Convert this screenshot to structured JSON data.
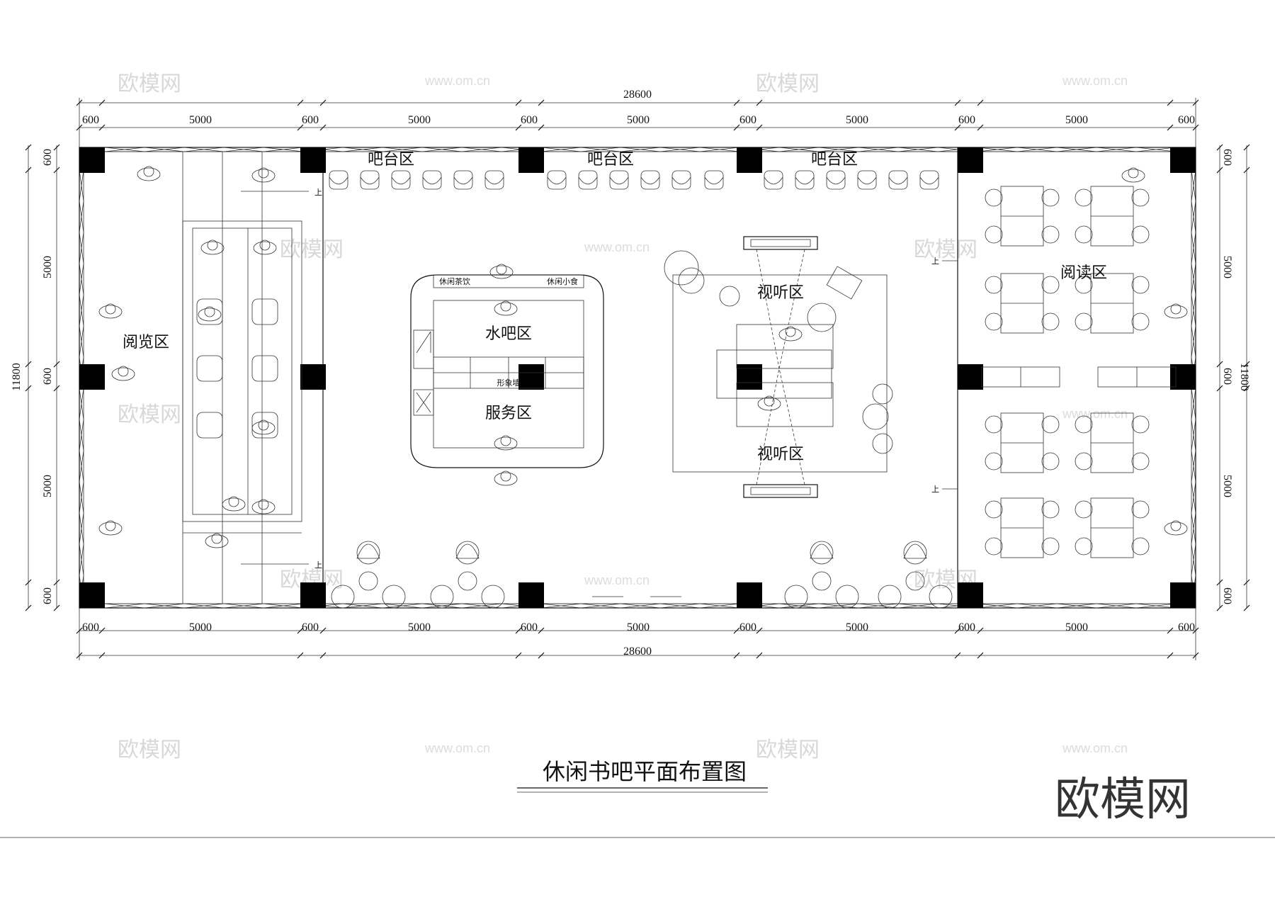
{
  "title": "休闲书吧平面布置图",
  "brand": "欧模网",
  "watermark": {
    "text": "欧模网",
    "url": "www.om.cn"
  },
  "dimensions": {
    "overall": "28600",
    "top_segments": [
      "600",
      "5000",
      "600",
      "5000",
      "600",
      "5000",
      "600",
      "5000",
      "600",
      "5000",
      "600"
    ],
    "bottom_segments": [
      "600",
      "5000",
      "600",
      "5000",
      "600",
      "5000",
      "600",
      "5000",
      "600",
      "5000",
      "600"
    ],
    "overall_bottom": "28600",
    "left_overall": "11800",
    "right_overall": "11800",
    "side_segments": [
      "600",
      "5000",
      "600",
      "5000",
      "600"
    ]
  },
  "zones": {
    "bar_1": "吧台区",
    "bar_2": "吧台区",
    "bar_3": "吧台区",
    "browse": "阅览区",
    "water_bar": "水吧区",
    "service": "服务区",
    "av_top": "视听区",
    "av_bottom": "视听区",
    "reading": "阅读区"
  },
  "labels": {
    "tea": "休闲茶饮",
    "snack": "休闲小食",
    "image_wall": "形象墙",
    "up": "上"
  }
}
